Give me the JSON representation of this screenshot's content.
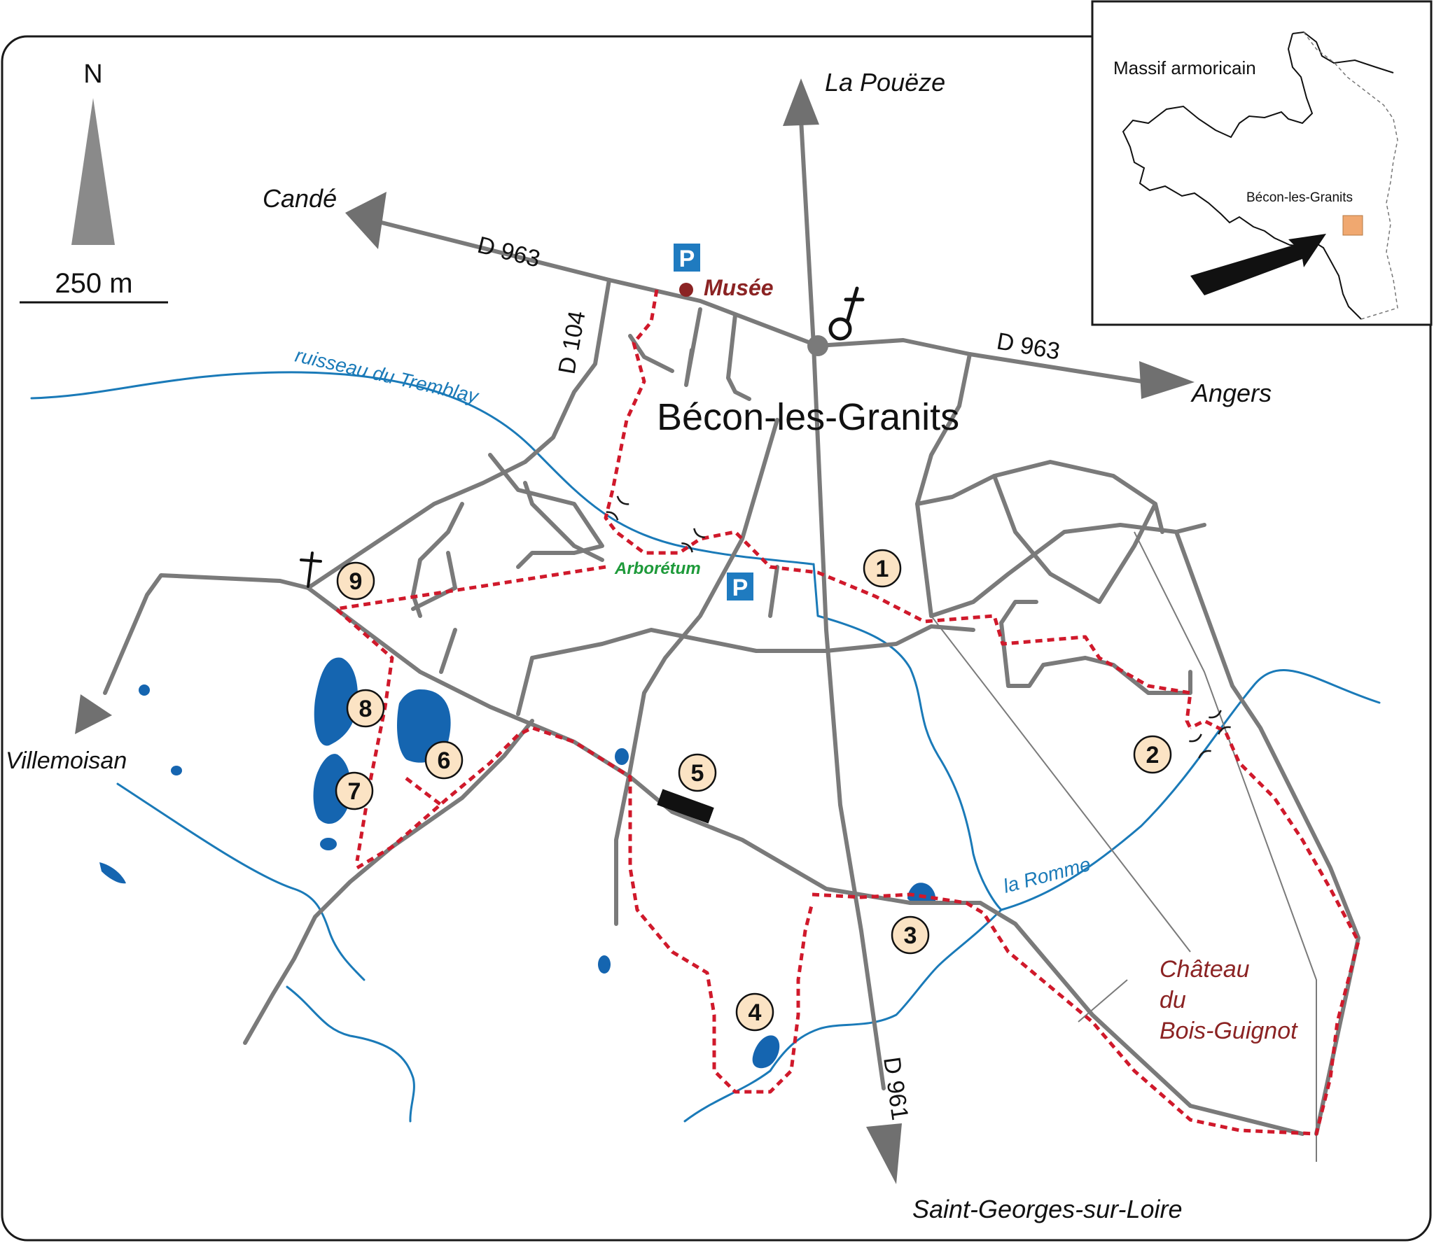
{
  "north": {
    "label": "N"
  },
  "scale": {
    "label": "250 m"
  },
  "town": {
    "name": "Bécon-les-Granits"
  },
  "destinations": {
    "north": "La Pouëze",
    "northwest": "Candé",
    "east": "Angers",
    "southwest": "Villemoisan",
    "south": "Saint-Georges-sur-Loire"
  },
  "roads": {
    "d963_west": "D 963",
    "d963_east": "D 963",
    "d104": "D 104",
    "d961": "D 961"
  },
  "places": {
    "museum": "Musée",
    "arboretum": "Arborétum",
    "chateau_line1": "Château",
    "chateau_line2": "du",
    "chateau_line3": "Bois-Guignot"
  },
  "streams": {
    "tremblay": "ruisseau du Tremblay",
    "romme": "la Romme"
  },
  "parking": {
    "label": "P"
  },
  "stops": [
    "1",
    "2",
    "3",
    "4",
    "5",
    "6",
    "7",
    "8",
    "9"
  ],
  "inset": {
    "title": "Massif armoricain",
    "town": "Bécon-les-Granits"
  },
  "colors": {
    "road": "#7a7a7a",
    "trail": "#d0192b",
    "water": "#1a7ab8",
    "pond": "#1565b0",
    "parking": "#1f7bc0",
    "stop_fill": "#fbe3c4",
    "museum": "#8b2323",
    "arboretum": "#1e9a3a",
    "inset_square": "#f0a870"
  },
  "icons": [
    "north-arrow-icon",
    "parking-icon",
    "church-icon",
    "cross-icon",
    "bridge-icon",
    "museum-dot-icon"
  ]
}
